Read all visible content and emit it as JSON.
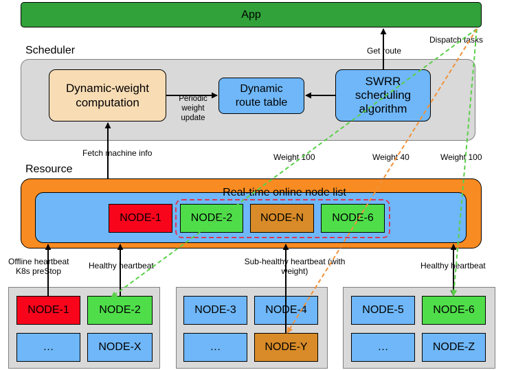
{
  "app": {
    "label": "App"
  },
  "scheduler": {
    "title": "Scheduler",
    "dynamic_weight": "Dynamic-weight computation",
    "route_table": "Dynamic route table",
    "swrr": "SWRR scheduling algorithm",
    "periodic_update": "Periodic weight update",
    "get_route": "Get route",
    "dispatch_tasks": "Dispatch tasks"
  },
  "resource": {
    "title": "Resource",
    "fetch_machine_info": "Fetch machine info",
    "node_list_title": "Real-time online node list",
    "list_nodes": [
      "NODE-1",
      "NODE-2",
      "NODE-N",
      "NODE-6"
    ],
    "weights": [
      "Weight 100",
      "Weight 40",
      "Weight 100"
    ]
  },
  "heartbeats": {
    "offline_line1": "Offline heartbeat",
    "offline_line2": "K8s preStop",
    "healthy_left": "Healthy heartbeat",
    "subhealthy_line1": "Sub-healthy heartbeat (with",
    "subhealthy_line2": "weight)",
    "healthy_right": "Healthy heartbeat"
  },
  "clusters": [
    {
      "nodes": [
        "NODE-1",
        "NODE-2",
        "…",
        "NODE-X"
      ]
    },
    {
      "nodes": [
        "NODE-3",
        "NODE-4",
        "…",
        "NODE-Y"
      ]
    },
    {
      "nodes": [
        "NODE-5",
        "NODE-6",
        "…",
        "NODE-Z"
      ]
    }
  ],
  "colors": {
    "app_green": "#31a13a",
    "panel_gray": "#d9d9d9",
    "orange": "#f88b22",
    "blue": "#6fb7f8",
    "peach": "#f8dcb4",
    "red": "#f8051c",
    "green": "#4fde4a",
    "brown": "#d88b28",
    "dash_green": "#5bcf4a",
    "dash_orange": "#f1913a",
    "dash_red": "#d63a58"
  },
  "icons": [
    "arrow-up-icon",
    "arrow-left-icon",
    "arrow-down-icon"
  ]
}
